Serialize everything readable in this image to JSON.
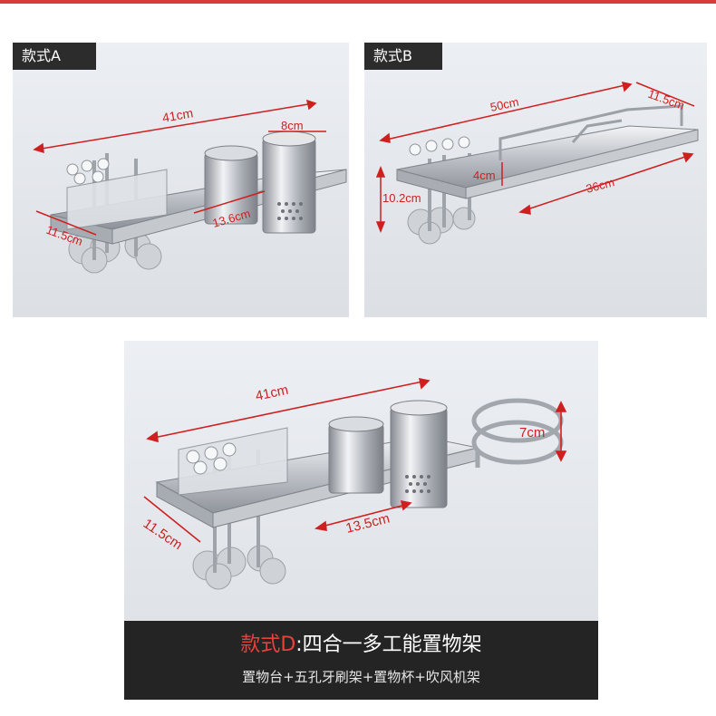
{
  "colors": {
    "accent_red": "#e8413a",
    "dimension_red": "#cf1f1f",
    "label_bg": "#2c2c2c",
    "caption_bg": "#242424",
    "panel_bg": "#e6e9ed"
  },
  "panel_a": {
    "label": "款式A",
    "dims": {
      "length": "41cm",
      "cup": "8cm",
      "depth": "11.5cm",
      "cup_offset": "13.6cm"
    }
  },
  "panel_b": {
    "label": "款式B",
    "dims": {
      "length": "50cm",
      "depth": "11.5cm",
      "rail": "4cm",
      "height": "10.2cm",
      "inner": "36cm"
    }
  },
  "panel_d": {
    "dims": {
      "length": "41cm",
      "ring": "7cm",
      "depth": "11.5cm",
      "cup_offset": "13.5cm"
    },
    "caption": {
      "title_accent": "款式D",
      "title_main": ":四合一多工能置物架",
      "subtitle": "置物台+五孔牙刷架+置物杯+吹风机架"
    }
  }
}
